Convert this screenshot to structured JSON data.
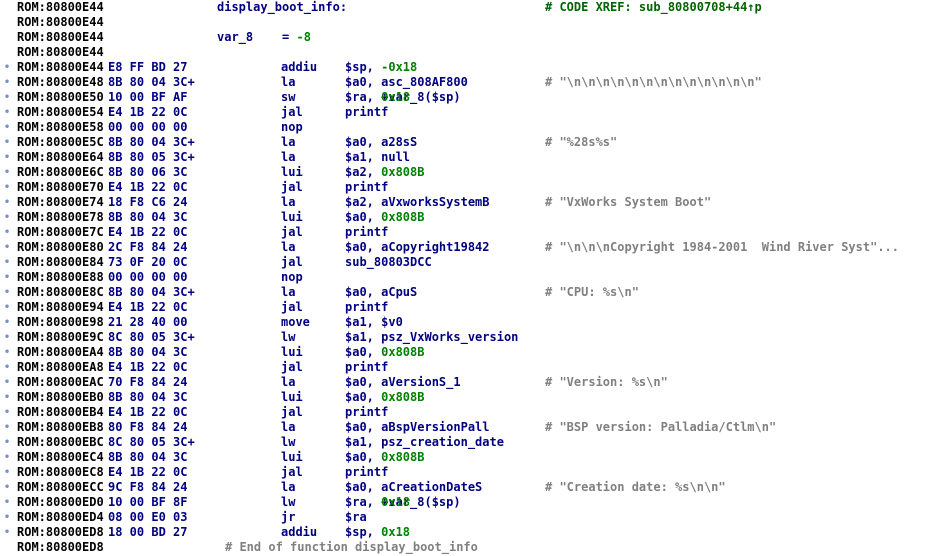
{
  "rows": [
    {
      "addr": "ROM:80800E44",
      "label": "display_boot_info:",
      "xref": "# CODE XREF: sub_80800708+44↑p"
    },
    {
      "addr": "ROM:80800E44"
    },
    {
      "addr": "ROM:80800E44",
      "label": "var_8    = -8"
    },
    {
      "addr": "ROM:80800E44"
    },
    {
      "addr": "ROM:80800E44",
      "dot": true,
      "bytes": "E8 FF BD 27",
      "mnemonic": "addiu",
      "operand": "$sp, -0x18"
    },
    {
      "addr": "ROM:80800E48",
      "dot": true,
      "bytes": "8B 80 04 3C+",
      "mnemonic": "la",
      "operand": "$a0, asc_808AF800",
      "comment": "# \"\\n\\n\\n\\n\\n\\n\\n\\n\\n\\n\\n\\n\\n\""
    },
    {
      "addr": "ROM:80800E50",
      "dot": true,
      "bytes": "10 00 BF AF",
      "mnemonic": "sw",
      "operand": "$ra, 0x18+var_8($sp)"
    },
    {
      "addr": "ROM:80800E54",
      "dot": true,
      "bytes": "E4 1B 22 0C",
      "mnemonic": "jal",
      "operand": "printf"
    },
    {
      "addr": "ROM:80800E58",
      "dot": true,
      "bytes": "00 00 00 00",
      "mnemonic": "nop",
      "operand": ""
    },
    {
      "addr": "ROM:80800E5C",
      "dot": true,
      "bytes": "8B 80 04 3C+",
      "mnemonic": "la",
      "operand": "$a0, a28sS",
      "comment": "# \"%28s%s\""
    },
    {
      "addr": "ROM:80800E64",
      "dot": true,
      "bytes": "8B 80 05 3C+",
      "mnemonic": "la",
      "operand": "$a1, null"
    },
    {
      "addr": "ROM:80800E6C",
      "dot": true,
      "bytes": "8B 80 06 3C",
      "mnemonic": "lui",
      "operand": "$a2, 0x808B"
    },
    {
      "addr": "ROM:80800E70",
      "dot": true,
      "bytes": "E4 1B 22 0C",
      "mnemonic": "jal",
      "operand": "printf"
    },
    {
      "addr": "ROM:80800E74",
      "dot": true,
      "bytes": "18 F8 C6 24",
      "mnemonic": "la",
      "operand": "$a2, aVxworksSystemB",
      "comment": "# \"VxWorks System Boot\""
    },
    {
      "addr": "ROM:80800E78",
      "dot": true,
      "bytes": "8B 80 04 3C",
      "mnemonic": "lui",
      "operand": "$a0, 0x808B"
    },
    {
      "addr": "ROM:80800E7C",
      "dot": true,
      "bytes": "E4 1B 22 0C",
      "mnemonic": "jal",
      "operand": "printf"
    },
    {
      "addr": "ROM:80800E80",
      "dot": true,
      "bytes": "2C F8 84 24",
      "mnemonic": "la",
      "operand": "$a0, aCopyright19842",
      "comment": "# \"\\n\\n\\nCopyright 1984-2001  Wind River Syst\"..."
    },
    {
      "addr": "ROM:80800E84",
      "dot": true,
      "bytes": "73 0F 20 0C",
      "mnemonic": "jal",
      "operand": "sub_80803DCC"
    },
    {
      "addr": "ROM:80800E88",
      "dot": true,
      "bytes": "00 00 00 00",
      "mnemonic": "nop",
      "operand": ""
    },
    {
      "addr": "ROM:80800E8C",
      "dot": true,
      "bytes": "8B 80 04 3C+",
      "mnemonic": "la",
      "operand": "$a0, aCpuS",
      "comment": "# \"CPU: %s\\n\""
    },
    {
      "addr": "ROM:80800E94",
      "dot": true,
      "bytes": "E4 1B 22 0C",
      "mnemonic": "jal",
      "operand": "printf"
    },
    {
      "addr": "ROM:80800E98",
      "dot": true,
      "bytes": "21 28 40 00",
      "mnemonic": "move",
      "operand": "$a1, $v0"
    },
    {
      "addr": "ROM:80800E9C",
      "dot": true,
      "bytes": "8C 80 05 3C+",
      "mnemonic": "lw",
      "operand": "$a1, psz_VxWorks_version"
    },
    {
      "addr": "ROM:80800EA4",
      "dot": true,
      "bytes": "8B 80 04 3C",
      "mnemonic": "lui",
      "operand": "$a0, 0x808B"
    },
    {
      "addr": "ROM:80800EA8",
      "dot": true,
      "bytes": "E4 1B 22 0C",
      "mnemonic": "jal",
      "operand": "printf"
    },
    {
      "addr": "ROM:80800EAC",
      "dot": true,
      "bytes": "70 F8 84 24",
      "mnemonic": "la",
      "operand": "$a0, aVersionS_1",
      "comment": "# \"Version: %s\\n\""
    },
    {
      "addr": "ROM:80800EB0",
      "dot": true,
      "bytes": "8B 80 04 3C",
      "mnemonic": "lui",
      "operand": "$a0, 0x808B"
    },
    {
      "addr": "ROM:80800EB4",
      "dot": true,
      "bytes": "E4 1B 22 0C",
      "mnemonic": "jal",
      "operand": "printf"
    },
    {
      "addr": "ROM:80800EB8",
      "dot": true,
      "bytes": "80 F8 84 24",
      "mnemonic": "la",
      "operand": "$a0, aBspVersionPall",
      "comment": "# \"BSP version: Palladia/Ctlm\\n\""
    },
    {
      "addr": "ROM:80800EBC",
      "dot": true,
      "bytes": "8C 80 05 3C+",
      "mnemonic": "lw",
      "operand": "$a1, psz_creation_date"
    },
    {
      "addr": "ROM:80800EC4",
      "dot": true,
      "bytes": "8B 80 04 3C",
      "mnemonic": "lui",
      "operand": "$a0, 0x808B"
    },
    {
      "addr": "ROM:80800EC8",
      "dot": true,
      "bytes": "E4 1B 22 0C",
      "mnemonic": "jal",
      "operand": "printf"
    },
    {
      "addr": "ROM:80800ECC",
      "dot": true,
      "bytes": "9C F8 84 24",
      "mnemonic": "la",
      "operand": "$a0, aCreationDateS",
      "comment": "# \"Creation date: %s\\n\\n\""
    },
    {
      "addr": "ROM:80800ED0",
      "dot": true,
      "bytes": "10 00 BF 8F",
      "mnemonic": "lw",
      "operand": "$ra, 0x18+var_8($sp)"
    },
    {
      "addr": "ROM:80800ED4",
      "dot": true,
      "bytes": "08 00 E0 03",
      "mnemonic": "jr",
      "operand": "$ra"
    },
    {
      "addr": "ROM:80800ED8",
      "dot": true,
      "bytes": "18 00 BD 27",
      "mnemonic": "addiu",
      "operand": "$sp, 0x18"
    },
    {
      "addr": "ROM:80800ED8",
      "endcomment": "# End of function display_boot_info"
    }
  ],
  "colors": {
    "address": "#000000",
    "code": "#000080",
    "number": "#008000",
    "comment": "#808080",
    "xref": "#006400",
    "background": "#ffffff"
  },
  "icons": {
    "dot": "bullet-dot-icon"
  }
}
